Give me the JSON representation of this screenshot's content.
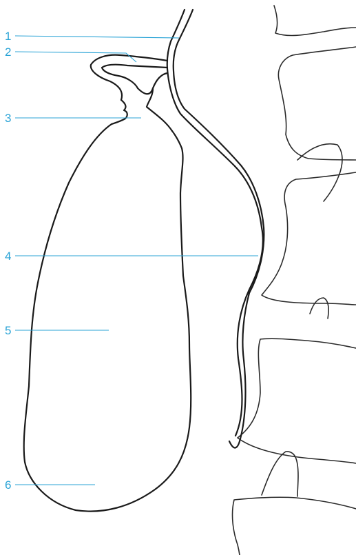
{
  "figure": {
    "labels": [
      {
        "id": "1",
        "text": "1"
      },
      {
        "id": "2",
        "text": "2"
      },
      {
        "id": "3",
        "text": "3"
      },
      {
        "id": "4",
        "text": "4"
      },
      {
        "id": "5",
        "text": "5"
      },
      {
        "id": "6",
        "text": "6"
      }
    ]
  },
  "colors": {
    "label": "#29a3d6",
    "outline": "#1a1a1a",
    "background": "#ffffff"
  }
}
